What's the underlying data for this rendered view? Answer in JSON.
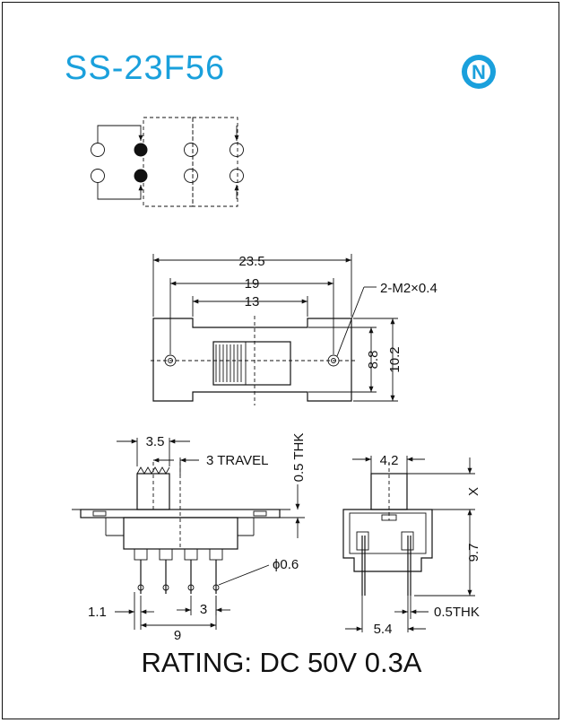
{
  "title": "SS-23F56",
  "logo_letter": "N",
  "brand_color": "#1aa0dc",
  "dims": {
    "overall_length": "23.5",
    "mount_spacing": "19",
    "body_length": "13",
    "mount_holes": "2-M2×0.4",
    "height_88": "8.8",
    "height_102": "10.2",
    "actuator_width": "3.5",
    "travel": "3 TRAVEL",
    "thk_front": "0.5 THK",
    "pin_dia": "ϕ0.6",
    "pin_edge": "1.1",
    "pin_pitch": "3",
    "pin_span": "9",
    "act_side_width": "4.2",
    "act_height": "X",
    "side_height": "9.7",
    "side_span": "5.4",
    "thk_side": "0.5THK"
  },
  "rating": "RATING: DC 50V 0.3A"
}
